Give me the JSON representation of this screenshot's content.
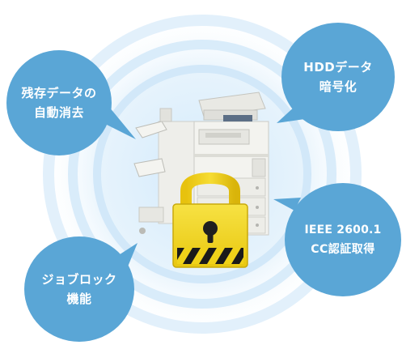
{
  "features": {
    "remaining_data_erase": {
      "line1": "残存データの",
      "line2": "自動消去"
    },
    "hdd_encryption": {
      "line1": "HDDデータ",
      "line2": "暗号化"
    },
    "ieee_certification": {
      "line1": "IEEE 2600.1",
      "line2": "CC認証取得"
    },
    "job_lock": {
      "line1": "ジョブロック",
      "line2": "機能"
    }
  },
  "colors": {
    "bubble": "#5aa6d6",
    "glow": "#dcefff",
    "padlock_body": "#f2d51a",
    "padlock_shackle": "#f0cf18",
    "hazard_stripe": "#1a1a1a"
  },
  "icons": {
    "device": "printer-copier-illustration",
    "lock": "padlock-icon"
  }
}
